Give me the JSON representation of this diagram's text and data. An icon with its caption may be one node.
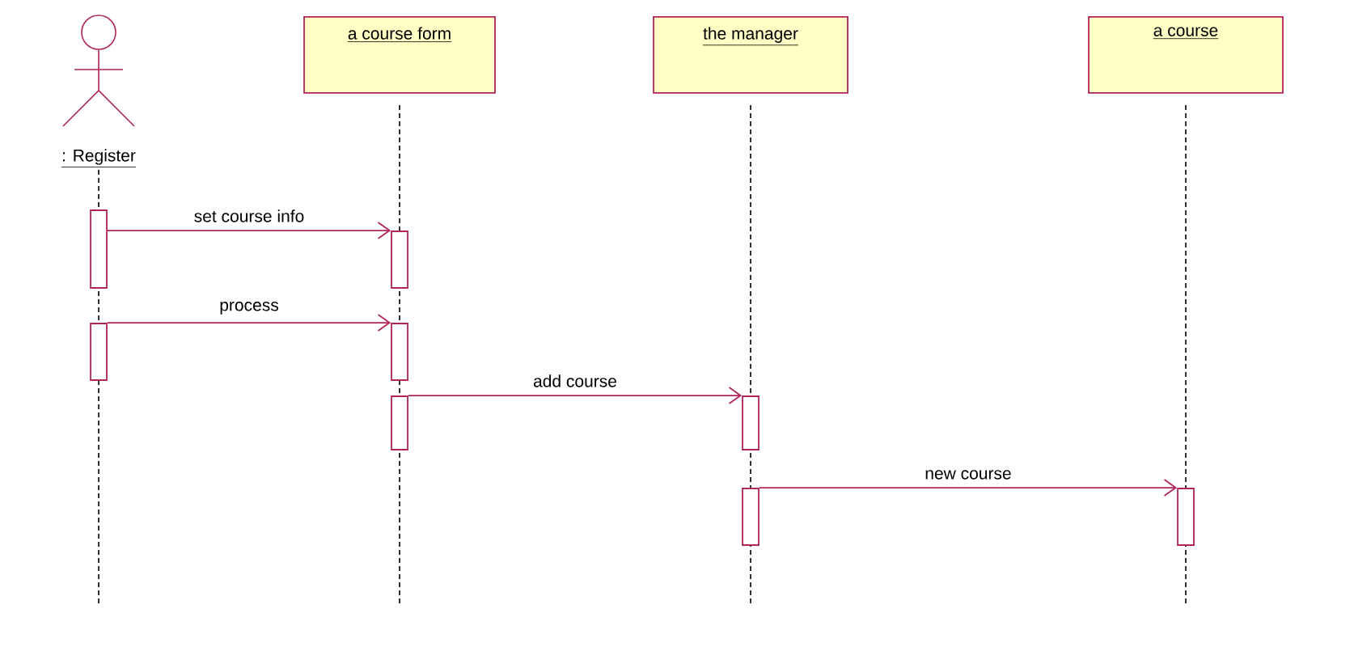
{
  "diagram": {
    "nodes": [
      {
        "text": [
          ": Register"
        ]
      },
      {
        "text": [
          "a course form"
        ]
      },
      {
        "text": [
          "the manager"
        ]
      },
      {
        "text": [
          "a course"
        ]
      },
      {
        "text": [],
        "shape": "bar"
      },
      {
        "text": [],
        "shape": "bar"
      },
      {
        "text": [],
        "shape": "bar"
      },
      {
        "text": [],
        "shape": "bar"
      },
      {
        "text": [],
        "shape": "bar"
      },
      {
        "text": [],
        "shape": "bar"
      },
      {
        "text": [],
        "shape": "bar"
      },
      {
        "text": [],
        "shape": "bar"
      }
    ],
    "edges": [
      {
        "from": 4,
        "to": 5,
        "arrow": "to",
        "label": "set course info"
      },
      {
        "from": 6,
        "to": 7,
        "arrow": "to",
        "label": "process"
      },
      {
        "from": 8,
        "to": 9,
        "arrow": "to",
        "label": "add course"
      },
      {
        "from": 10,
        "to": 11,
        "arrow": "to",
        "label": "new course"
      }
    ]
  }
}
